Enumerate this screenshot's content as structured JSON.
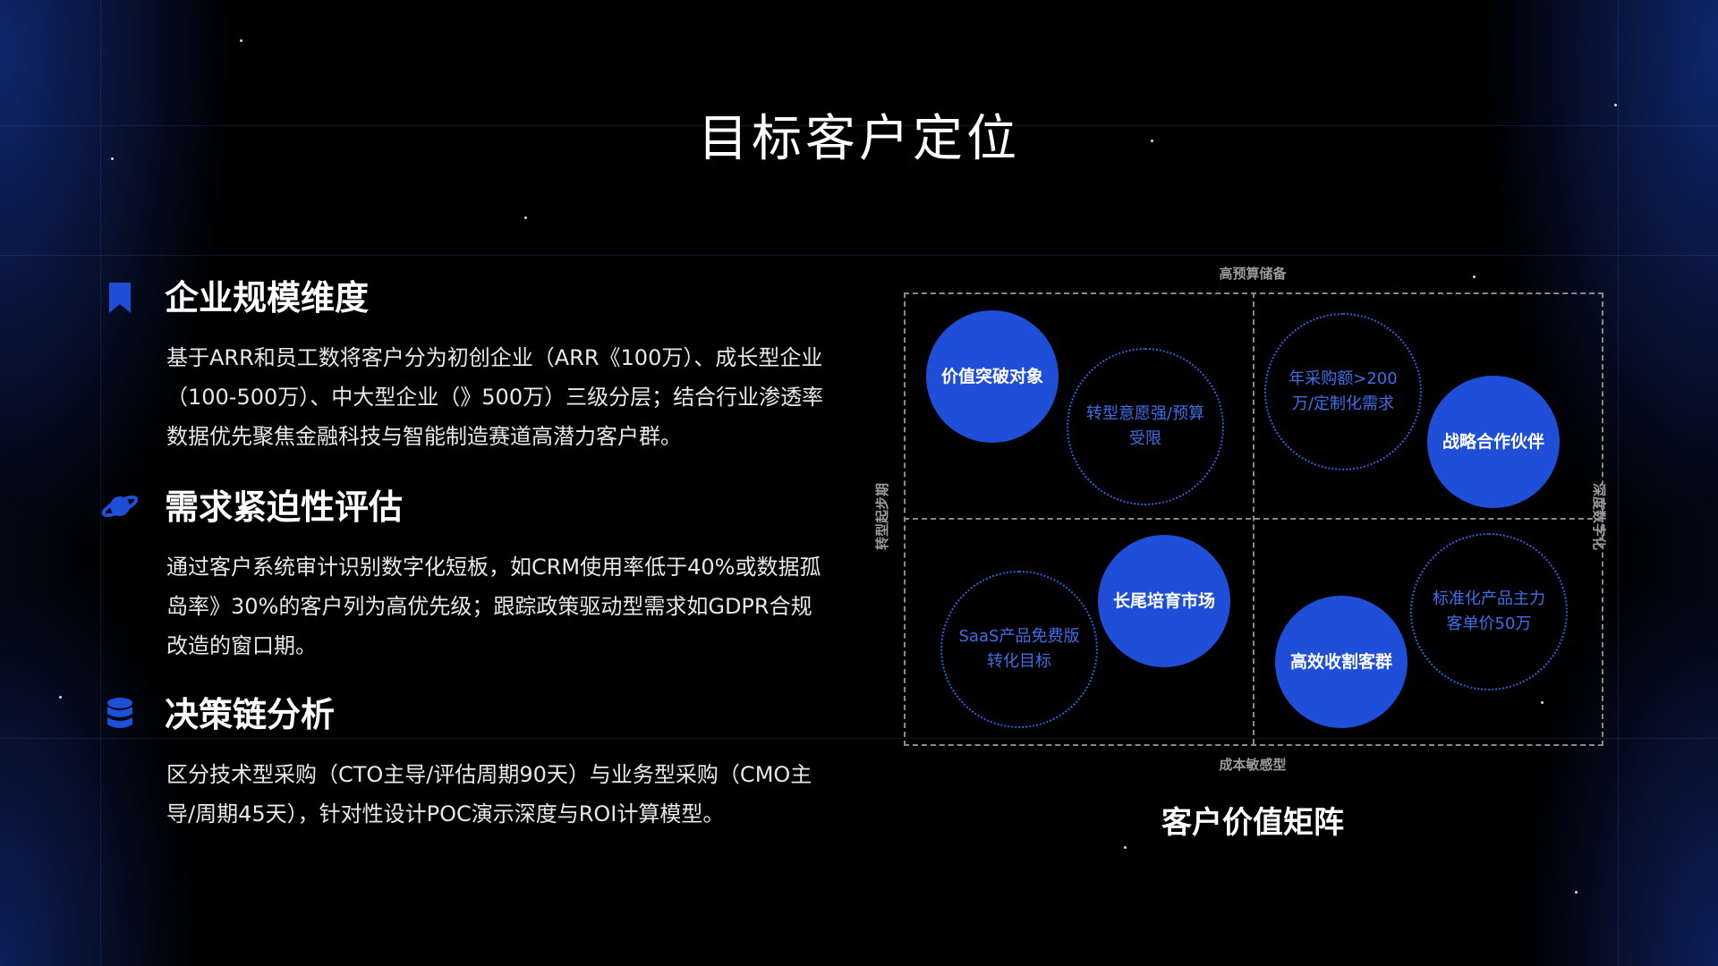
{
  "page_title": "目标客户定位",
  "sections": [
    {
      "icon": "bookmark-icon",
      "title": "企业规模维度",
      "body": "基于ARR和员工数将客户分为初创企业（ARR《100万）、成长型企业（100-500万）、中大型企业（》500万）三级分层；结合行业渗透率数据优先聚焦金融科技与智能制造赛道高潜力客户群。"
    },
    {
      "icon": "planet-icon",
      "title": "需求紧迫性评估",
      "body": "通过客户系统审计识别数字化短板，如CRM使用率低于40%或数据孤岛率》30%的客户列为高优先级；跟踪政策驱动型需求如GDPR合规改造的窗口期。"
    },
    {
      "icon": "database-icon",
      "title": "决策链分析",
      "body": "区分技术型采购（CTO主导/评估周期90天）与业务型采购（CMO主导/周期45天），针对性设计POC演示深度与ROI计算模型。"
    }
  ],
  "matrix": {
    "axis_top": "高预算储备",
    "axis_bottom": "成本敏感型",
    "axis_left": "转型起步期",
    "axis_right": "深度数字化",
    "caption": "客户价值矩阵",
    "quadrants": {
      "top_left": {
        "filled": "价值突破对象",
        "outline": "转型意愿强/预算受限"
      },
      "top_right": {
        "outline": "年采购额>200万/定制化需求",
        "filled": "战略合作伙伴"
      },
      "bottom_left": {
        "outline": "SaaS产品免费版转化目标",
        "filled": "长尾培育市场"
      },
      "bottom_right": {
        "filled": "高效收割客群",
        "outline": "标准化产品主力客单价50万"
      }
    }
  },
  "colors": {
    "accent": "#1f4fd8",
    "outline": "#2f5fe0",
    "background": "#000000"
  }
}
